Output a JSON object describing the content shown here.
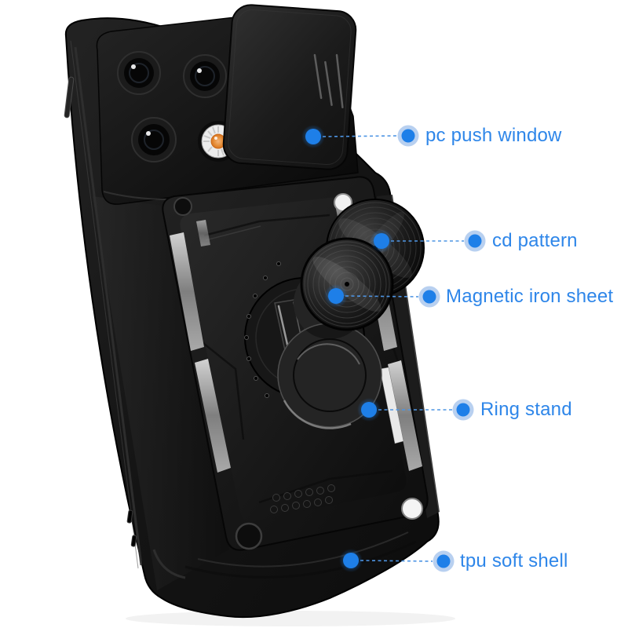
{
  "figure": {
    "subject": "black armor phone case with slide camera cover, cd-pattern metal disc and ring stand, annotated product diagram",
    "background": "#FFFFFF"
  },
  "annotations": {
    "text_color": "#2E86E9",
    "dot_color": "#1E7FE8",
    "halo_color": "#A6C4EC",
    "line_color": "#4E95E4",
    "line_style": "dashed",
    "items": [
      {
        "id": "pc-push-window",
        "label": "pc push window"
      },
      {
        "id": "cd-pattern",
        "label": "cd pattern"
      },
      {
        "id": "magnetic-iron-sheet",
        "label": "Magnetic iron sheet"
      },
      {
        "id": "ring-stand",
        "label": "Ring stand"
      },
      {
        "id": "tpu-soft-shell",
        "label": "tpu soft shell"
      }
    ]
  },
  "colors": {
    "case_black": "#141414",
    "metal_silver": "#9C9C9C",
    "flash_orange": "#E8862A"
  }
}
